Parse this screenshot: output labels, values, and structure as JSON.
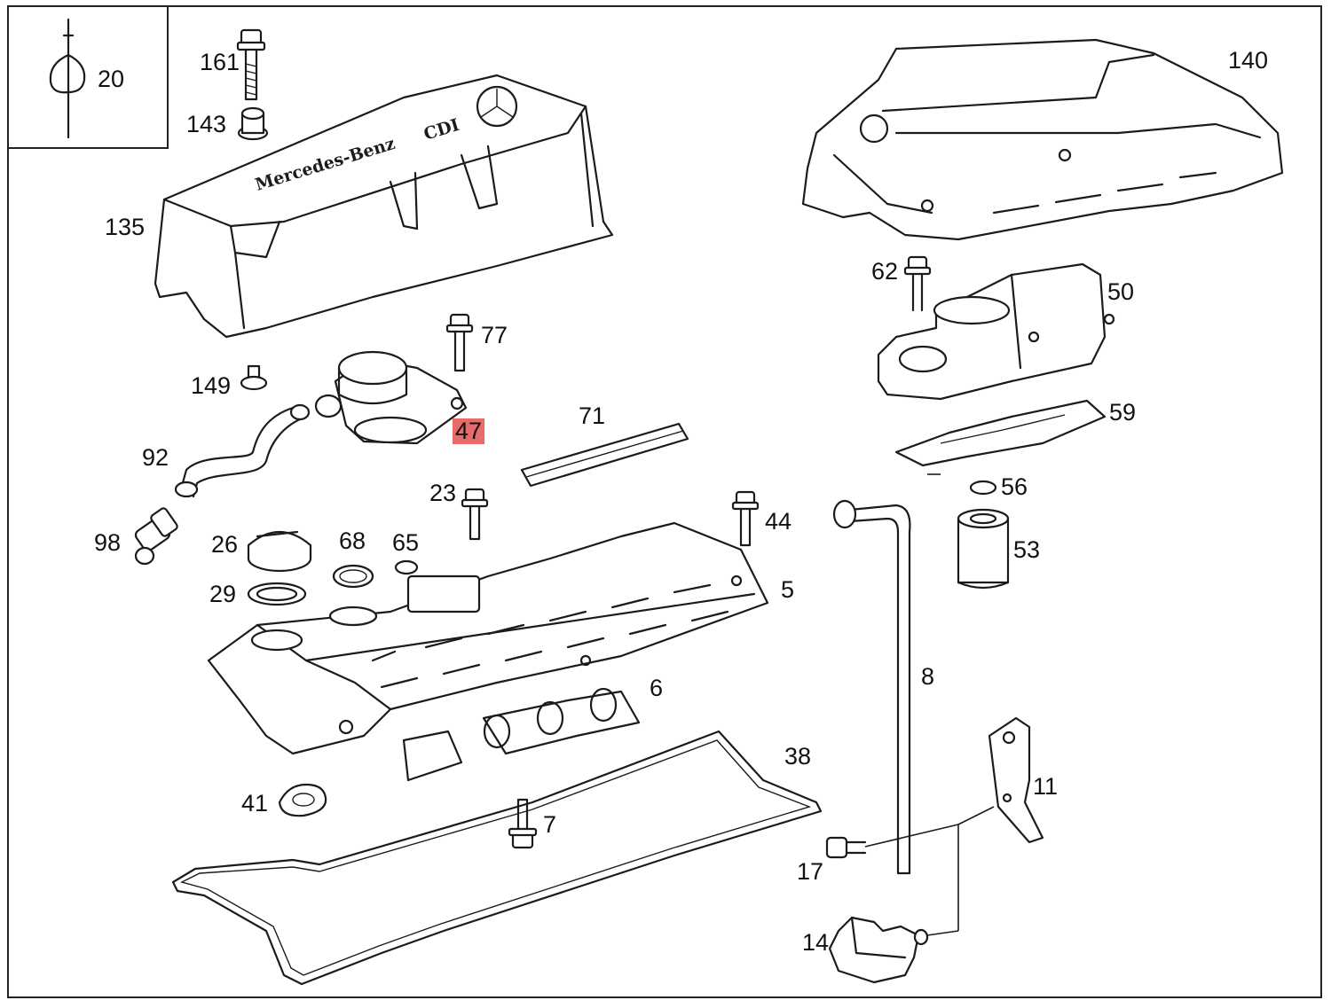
{
  "diagram": {
    "cover_emboss_brand": "Mercedes-Benz",
    "cover_emboss_model": "CDI",
    "highlight_color": "#e96a6a",
    "labels": [
      {
        "id": "p20",
        "text": "20"
      },
      {
        "id": "p161",
        "text": "161"
      },
      {
        "id": "p143",
        "text": "143"
      },
      {
        "id": "p135",
        "text": "135"
      },
      {
        "id": "p140",
        "text": "140"
      },
      {
        "id": "p77",
        "text": "77"
      },
      {
        "id": "p149",
        "text": "149"
      },
      {
        "id": "p47",
        "text": "47",
        "highlighted": true
      },
      {
        "id": "p92",
        "text": "92"
      },
      {
        "id": "p71",
        "text": "71"
      },
      {
        "id": "p62",
        "text": "62"
      },
      {
        "id": "p50",
        "text": "50"
      },
      {
        "id": "p59",
        "text": "59"
      },
      {
        "id": "p56",
        "text": "56"
      },
      {
        "id": "p53",
        "text": "53"
      },
      {
        "id": "p23",
        "text": "23"
      },
      {
        "id": "p44",
        "text": "44"
      },
      {
        "id": "p98",
        "text": "98"
      },
      {
        "id": "p26",
        "text": "26"
      },
      {
        "id": "p68",
        "text": "68"
      },
      {
        "id": "p65",
        "text": "65"
      },
      {
        "id": "p29",
        "text": "29"
      },
      {
        "id": "p5",
        "text": "5"
      },
      {
        "id": "p8",
        "text": "8"
      },
      {
        "id": "p6",
        "text": "6"
      },
      {
        "id": "p38",
        "text": "38"
      },
      {
        "id": "p11",
        "text": "11"
      },
      {
        "id": "p41",
        "text": "41"
      },
      {
        "id": "p7",
        "text": "7"
      },
      {
        "id": "p17",
        "text": "17"
      },
      {
        "id": "p14",
        "text": "14"
      }
    ]
  }
}
